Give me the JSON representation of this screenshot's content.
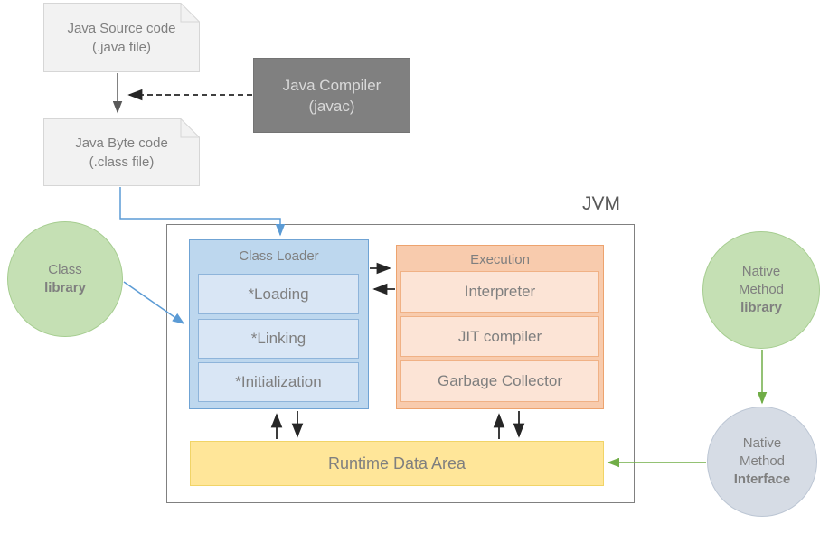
{
  "diagram": {
    "jvm_label": "JVM",
    "source_doc": {
      "line1": "Java Source code",
      "line2": "(.java file)"
    },
    "compiler": {
      "line1": "Java Compiler",
      "line2": "(javac)"
    },
    "bytecode_doc": {
      "line1": "Java Byte code",
      "line2": "(.class file)"
    },
    "class_library": {
      "line1": "Class",
      "line2": "library"
    },
    "class_loader": {
      "title": "Class Loader",
      "items": [
        "*Loading",
        "*Linking",
        "*Initialization"
      ]
    },
    "execution": {
      "title": "Execution",
      "items": [
        "Interpreter",
        "JIT compiler",
        "Garbage Collector"
      ]
    },
    "runtime_label": "Runtime Data Area",
    "native_library": {
      "line1": "Native",
      "line2": "Method",
      "line3": "library"
    },
    "native_interface": {
      "line1": "Native",
      "line2": "Method",
      "line3": "Interface"
    },
    "colors": {
      "loader_fill": "#bdd7ee",
      "loader_item_fill": "#d9e6f5",
      "execution_fill": "#f8cbad",
      "execution_item_fill": "#fce4d6",
      "runtime_fill": "#ffe699",
      "library_circle_fill": "#c5e0b4",
      "interface_circle_fill": "#d6dce5",
      "compiler_fill": "#808080",
      "doc_fill": "#f2f2f2",
      "blue_connector": "#5b9bd5",
      "green_connector": "#70ad47",
      "black_connector": "#262626"
    }
  }
}
